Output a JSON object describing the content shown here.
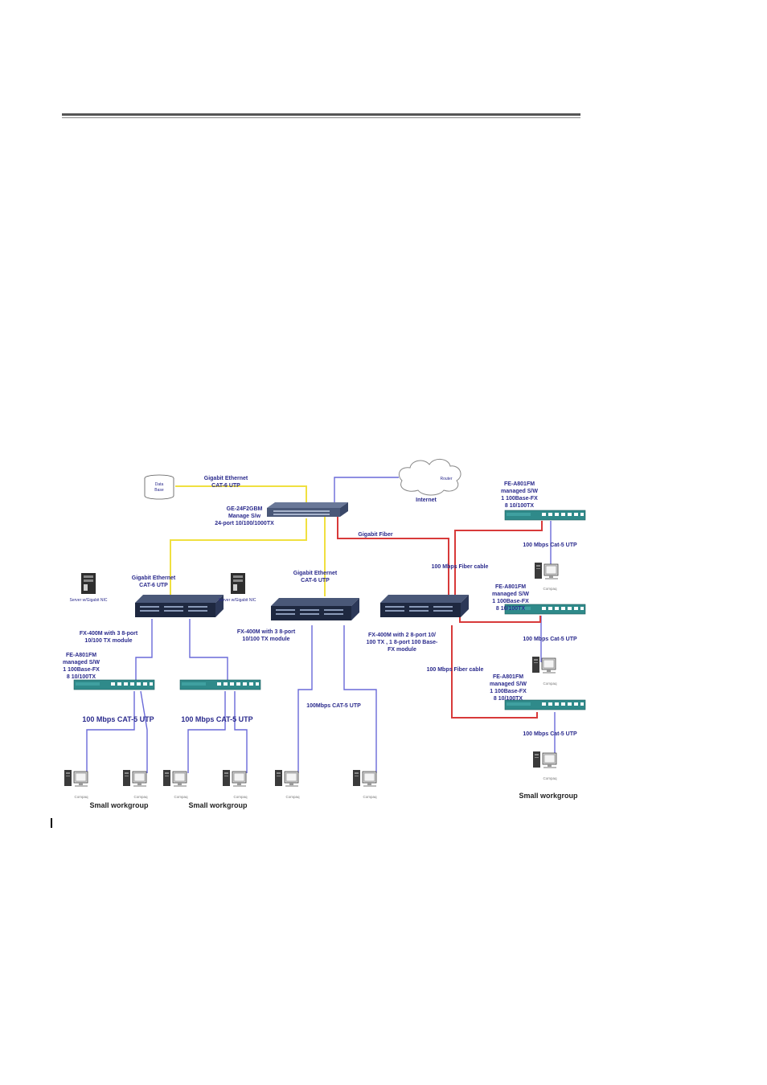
{
  "labels": {
    "database": [
      "Data",
      "Base"
    ],
    "gig_top": [
      "Gigabit Ethernet",
      "CAT-6 UTP"
    ],
    "cloud": "Router",
    "internet": "Internet",
    "core_switch": [
      "GE-24F2GBM",
      "Manage S/w",
      "24-port 10/100/1000TX"
    ],
    "gig_fiber": "Gigabit Fiber",
    "fe_top": [
      "FE-A801FM",
      "managed S/W",
      "1 100Base-FX",
      "8 10/100TX"
    ],
    "fe_mid": [
      "FE-A801FM",
      "managed S/W",
      "1 100Base-FX",
      "8 10/100TX"
    ],
    "fe_bot": [
      "FE-A801FM",
      "managed S/W",
      "1 100Base-FX",
      "8 10/100TX"
    ],
    "fe_left": [
      "FE-A801FM",
      "managed S/W",
      "1 100Base-FX",
      "8 10/100TX"
    ],
    "cat5_r1": "100 Mbps Cat-5 UTP",
    "cat5_r2": "100 Mbps Cat-5 UTP",
    "cat5_r3": "100 Mbps Cat-5 UTP",
    "fiber_cable_1": "100 Mbps Fiber cable",
    "fiber_cable_2": "100 Mbps Fiber cable",
    "gig_left": [
      "Gigabit Ethernet",
      "CAT-6 UTP"
    ],
    "gig_mid": [
      "Gigabit Ethernet",
      "CAT-6 UTP"
    ],
    "server_left": "Server w/Gigabit NIC",
    "server_mid": "Server w/Gigabit NIC",
    "fx_left": [
      "FX-400M with 3 8-port",
      "10/100 TX module"
    ],
    "fx_mid": [
      "FX-400M with 3 8-port",
      "10/100 TX module"
    ],
    "fx_right": [
      "FX-400M with 2 8-port 10/",
      "100 TX , 1 8-port 100 Base-",
      "FX module"
    ],
    "cat5_w1": "100 Mbps CAT-5  UTP",
    "cat5_w2": "100 Mbps CAT-5  UTP",
    "cat5_mid": "100Mbps CAT-5 UTP",
    "workgroup_1": "Small workgroup",
    "workgroup_2": "Small workgroup",
    "workgroup_3": "Small workgroup",
    "pc_brand": "Compaq"
  },
  "colors": {
    "gigabit_copper": "#f0e040",
    "fast_ethernet": "#6a6ad8",
    "fiber": "#d83a3a",
    "label_text": "#2a2a8c",
    "switch_body": "#2a3550",
    "fe_switch_body": "#2f8a8a"
  }
}
